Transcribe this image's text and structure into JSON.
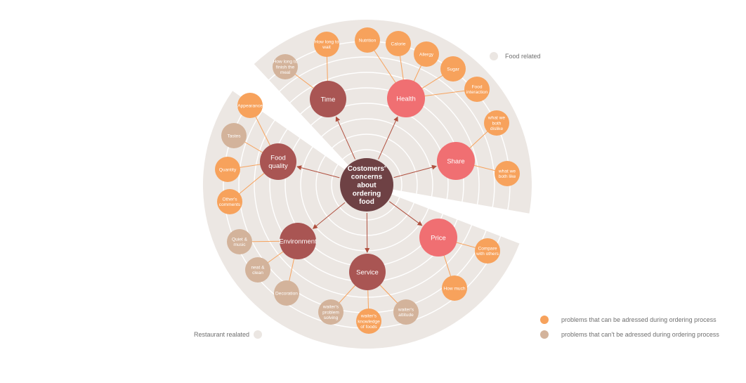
{
  "colors": {
    "background": "#ffffff",
    "sector_fill": "#ece7e3",
    "ring_line": "#ffffff",
    "center": "#6e4144",
    "dark_topic": "#a95553",
    "light_topic": "#f06f72",
    "addressable": "#f7a25c",
    "not_addressable": "#d3b39b",
    "connector": "#b0503f",
    "label_text": "#ffffff",
    "legend_text": "#6f6f6f",
    "legend_marker_sector": "#ebe6e2"
  },
  "center": {
    "label": "Costomers' concerns about ordering food"
  },
  "topics": [
    {
      "id": "time",
      "label": "Time",
      "tone": "dark",
      "items": [
        {
          "label": "How long to wait",
          "kind": "addressable"
        },
        {
          "label": "How long to finish the meal",
          "kind": "not_addressable"
        }
      ]
    },
    {
      "id": "health",
      "label": "Health",
      "tone": "light",
      "items": [
        {
          "label": "Nutrition",
          "kind": "addressable"
        },
        {
          "label": "Calorie",
          "kind": "addressable"
        },
        {
          "label": "Allergy",
          "kind": "addressable"
        },
        {
          "label": "Sugar",
          "kind": "addressable"
        },
        {
          "label": "Food interaction",
          "kind": "addressable"
        }
      ]
    },
    {
      "id": "share",
      "label": "Share",
      "tone": "light",
      "items": [
        {
          "label": "what we both dislike",
          "kind": "addressable"
        },
        {
          "label": "what we both like",
          "kind": "addressable"
        }
      ]
    },
    {
      "id": "price",
      "label": "Price",
      "tone": "light",
      "items": [
        {
          "label": "Compare with others",
          "kind": "addressable"
        },
        {
          "label": "How much",
          "kind": "addressable"
        }
      ]
    },
    {
      "id": "service",
      "label": "Service",
      "tone": "dark",
      "items": [
        {
          "label": "waiter's problem solving",
          "kind": "not_addressable"
        },
        {
          "label": "waiter's knowledge of foods",
          "kind": "addressable"
        },
        {
          "label": "waiter's attitude",
          "kind": "not_addressable"
        }
      ]
    },
    {
      "id": "environment",
      "label": "Environment",
      "tone": "dark",
      "items": [
        {
          "label": "Quiet & music",
          "kind": "not_addressable"
        },
        {
          "label": "neat & clean",
          "kind": "not_addressable"
        },
        {
          "label": "Decoration",
          "kind": "not_addressable"
        }
      ]
    },
    {
      "id": "food_quality",
      "label": "Food quality",
      "tone": "dark",
      "items": [
        {
          "label": "Appearance",
          "kind": "addressable"
        },
        {
          "label": "Tastes",
          "kind": "not_addressable"
        },
        {
          "label": "Quantity",
          "kind": "addressable"
        },
        {
          "label": "Other's comments",
          "kind": "addressable"
        }
      ]
    }
  ],
  "legend": {
    "food_related": "Food related",
    "restaurant_related": "Restaurant realated",
    "addressable": "problems that can be adressed during ordering process",
    "not_addressable": "problems that can't be adressed during ordering process"
  }
}
